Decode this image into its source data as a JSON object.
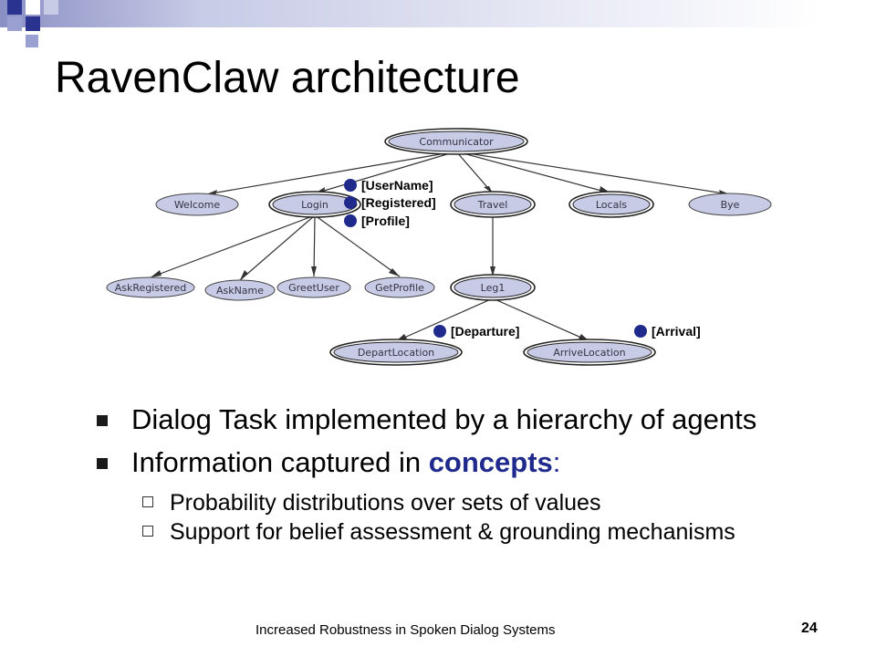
{
  "slide": {
    "title": "RavenClaw architecture",
    "footer": "Increased Robustness in Spoken Dialog Systems",
    "page_number": "24"
  },
  "diagram": {
    "nodes": {
      "communicator": "Communicator",
      "welcome": "Welcome",
      "login": "Login",
      "travel": "Travel",
      "locals": "Locals",
      "bye": "Bye",
      "askregistered": "AskRegistered",
      "askname": "AskName",
      "greetuser": "GreetUser",
      "getprofile": "GetProfile",
      "leg1": "Leg1",
      "departlocation": "DepartLocation",
      "arrivelocation": "ArriveLocation"
    },
    "concepts": {
      "username": "[UserName]",
      "registered": "[Registered]",
      "profile": "[Profile]",
      "departure": "[Departure]",
      "arrival": "[Arrival]"
    },
    "colors": {
      "node_fill": "#c8cbe6",
      "concept_dot": "#1f2a8c",
      "edge": "#333333"
    }
  },
  "bullets": [
    {
      "text": "Dialog Task implemented by a hierarchy of agents"
    },
    {
      "prefix": "Information captured in ",
      "highlight": "concepts",
      "suffix": ":"
    }
  ],
  "sub_bullets": [
    {
      "text": "Probability distributions over sets of values"
    },
    {
      "text": "Support for belief assessment & grounding mechanisms"
    }
  ]
}
